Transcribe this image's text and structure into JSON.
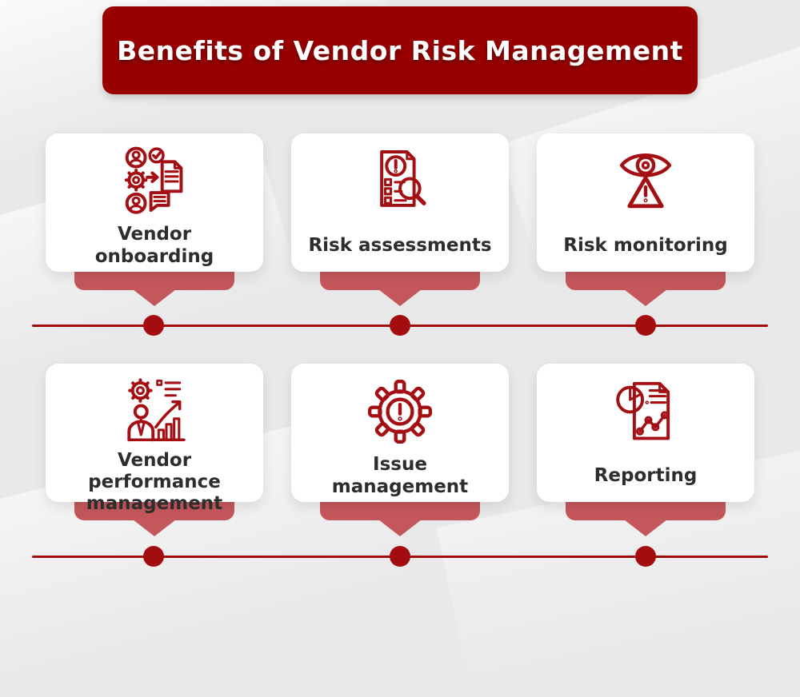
{
  "header": {
    "title": "Benefits of Vendor Risk Management"
  },
  "cards": [
    {
      "label": "Vendor onboarding",
      "icon": "vendor-onboarding-icon"
    },
    {
      "label": "Risk assessments",
      "icon": "risk-assessments-icon"
    },
    {
      "label": "Risk monitoring",
      "icon": "risk-monitoring-icon"
    },
    {
      "label": "Vendor performance management",
      "icon": "vendor-performance-management-icon"
    },
    {
      "label": "Issue management",
      "icon": "issue-management-icon"
    },
    {
      "label": "Reporting",
      "icon": "reporting-icon"
    }
  ],
  "colors": {
    "header_background": "#990000",
    "header_text": "#ffffff",
    "icon_stroke": "#a30f13",
    "pointer_tab": "#c4575c",
    "timeline_line": "#a30d10",
    "timeline_dot": "#a30d10",
    "card_background": "#ffffff",
    "label_text": "#2d2d2d",
    "page_background": "#e9e9e9"
  }
}
